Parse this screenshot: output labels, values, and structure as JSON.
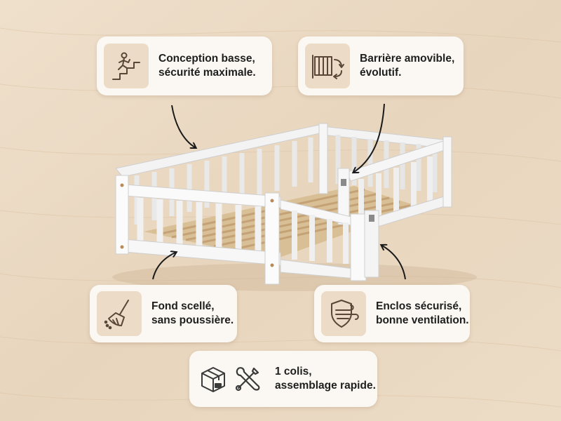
{
  "features": [
    {
      "id": "low-design",
      "icon": "climbing-stairs-icon",
      "line1": "Conception basse,",
      "line2": "sécurité maximale."
    },
    {
      "id": "removable-barrier",
      "icon": "removable-gate-icon",
      "line1": "Barrière amovible,",
      "line2": "évolutif."
    },
    {
      "id": "sealed-bottom",
      "icon": "broom-icon",
      "line1": "Fond scellé,",
      "line2": "sans poussière."
    },
    {
      "id": "secure-enclosure",
      "icon": "shield-wind-icon",
      "line1": "Enclos sécurisé,",
      "line2": "bonne ventilation."
    },
    {
      "id": "quick-assembly",
      "icon": "package-tools-icon",
      "line1": "1 colis,",
      "line2": "assemblage rapide."
    }
  ],
  "colors": {
    "background_wood": "#ead9c3",
    "card_background": "#fbf8f3",
    "icon_tile": "#ecdcc7",
    "icon_stroke": "#5a4636",
    "text": "#1e1e1e",
    "arrow": "#1a1a1a"
  }
}
